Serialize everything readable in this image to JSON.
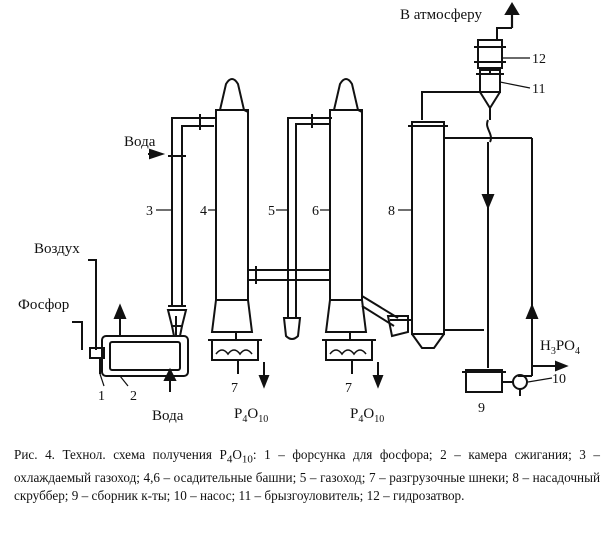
{
  "labels": {
    "atmosphere": "В атмосферу",
    "water_top": "Вода",
    "air": "Воздух",
    "phosphorus": "Фосфор",
    "water_bottom": "Вода",
    "acid_main": "H",
    "acid_sub1": "3",
    "acid_mid": "PO",
    "acid_sub2": "4",
    "oxide_main": "P",
    "oxide_sub1": "4",
    "oxide_mid": "O",
    "oxide_sub2": "10"
  },
  "numbers": [
    "1",
    "2",
    "3",
    "4",
    "5",
    "6",
    "7",
    "8",
    "9",
    "10",
    "11",
    "12"
  ],
  "caption": {
    "part1": "Рис. 4. Технол. схема получения P",
    "sub1": "4",
    "part2": "O",
    "sub2": "10",
    "part3": ": 1 – форсунка для фосфора; 2 – камера сжигания; 3 – охлаждаемый газоход; 4,6 – осадительные башни; 5 – газоход; 7 – разгрузочные шнеки; 8 – насадочный скруббер; 9 – сборник к-ты; 10 – насос; 11 – брызгоуловитель; 12 – гидрозатвор."
  }
}
